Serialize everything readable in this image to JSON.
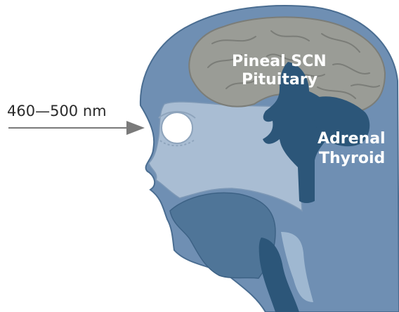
{
  "wavelength_label": "460—500 nm",
  "labels": {
    "pineal_scn": "Pineal SCN",
    "pituitary": "Pituitary",
    "adrenal": "Adrenal",
    "thyroid": "Thyroid"
  },
  "colors": {
    "head": "#6f8fb3",
    "brain": "#9a9c96",
    "brain_stroke": "#7b7d78",
    "dark_blue": "#2c5679",
    "mouth": "#4f7598",
    "throat_light": "#9fb8d1",
    "arrow": "#7a7a7a"
  }
}
